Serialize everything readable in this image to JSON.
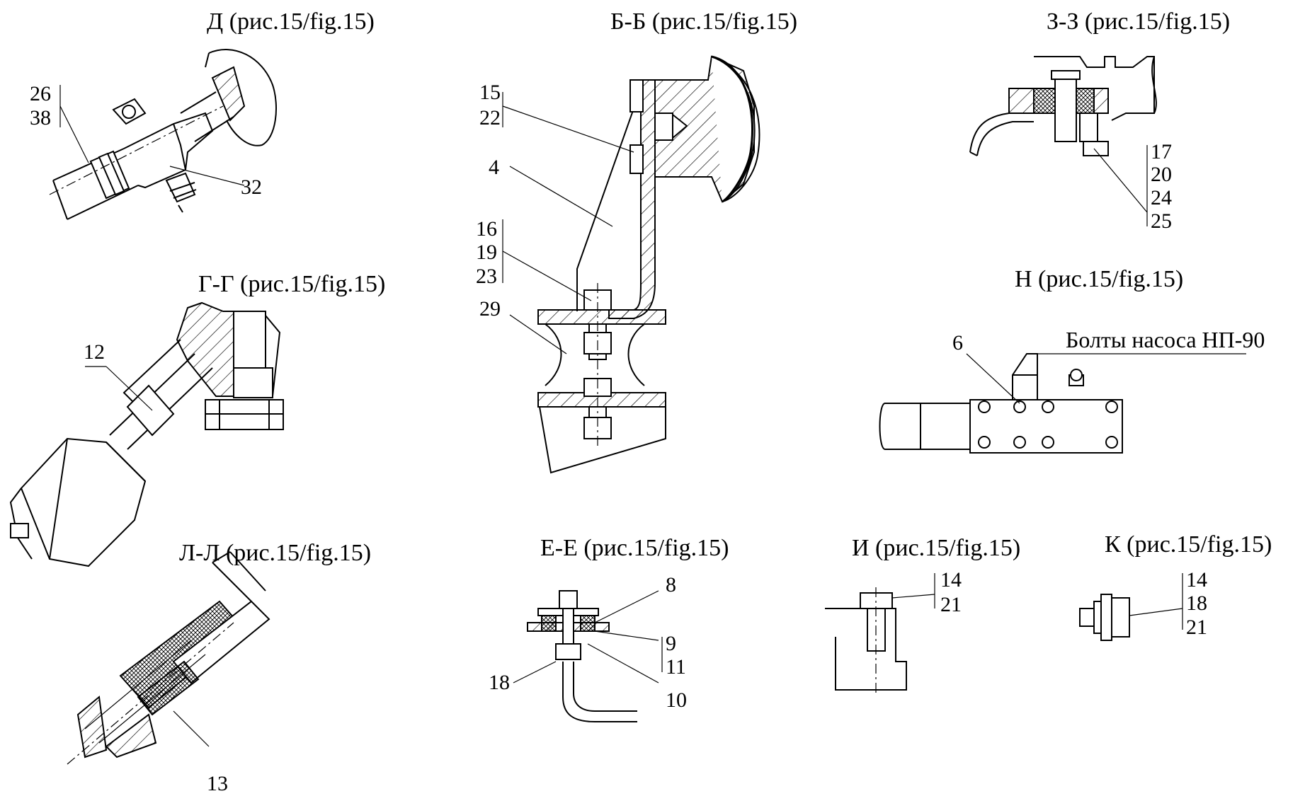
{
  "views": {
    "d": {
      "title": "Д (рис.15/fig.15)",
      "labels": [
        "26",
        "38",
        "32"
      ]
    },
    "bb": {
      "title": "Б-Б (рис.15/fig.15)",
      "labels": [
        "15",
        "22",
        "4",
        "16",
        "19",
        "23",
        "29"
      ]
    },
    "zz": {
      "title": "З-З (рис.15/fig.15)",
      "labels": [
        "17",
        "20",
        "24",
        "25"
      ]
    },
    "gg": {
      "title": "Г-Г (рис.15/fig.15)",
      "labels": [
        "12"
      ]
    },
    "n": {
      "title": "Н (рис.15/fig.15)",
      "labels": [
        "6"
      ],
      "note": "Болты насоса НП-90"
    },
    "ll": {
      "title": "Л-Л (рис.15/fig.15)",
      "labels": [
        "13"
      ]
    },
    "ee": {
      "title": "Е-Е (рис.15/fig.15)",
      "labels": [
        "8",
        "9",
        "11",
        "18",
        "10"
      ]
    },
    "i": {
      "title": "И (рис.15/fig.15)",
      "labels": [
        "14",
        "21"
      ]
    },
    "k": {
      "title": "К (рис.15/fig.15)",
      "labels": [
        "14",
        "18",
        "21"
      ]
    }
  }
}
